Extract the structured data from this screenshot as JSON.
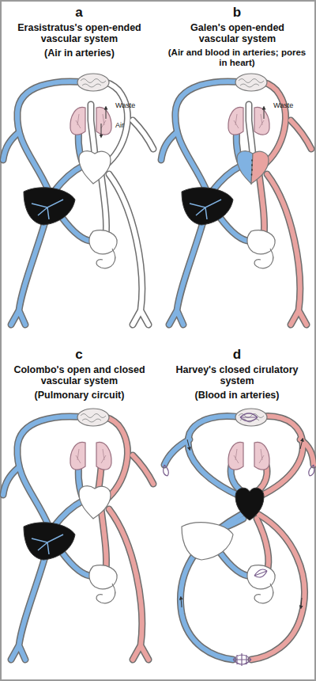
{
  "diagram": {
    "labels": [
      "a",
      "Erasistratus's open-ended vascular system",
      "(Air in arteries)",
      "Air",
      "Waste",
      "b",
      "Galen's open-ended vascular system",
      "(Air and blood in arteries; pores in heart)",
      "Waste",
      "c",
      "Colombo's open and closed vascular system",
      "(Pulmonary circuit)",
      "d",
      "Harvey's closed cirulatory system",
      "(Blood in arteries)"
    ]
  }
}
